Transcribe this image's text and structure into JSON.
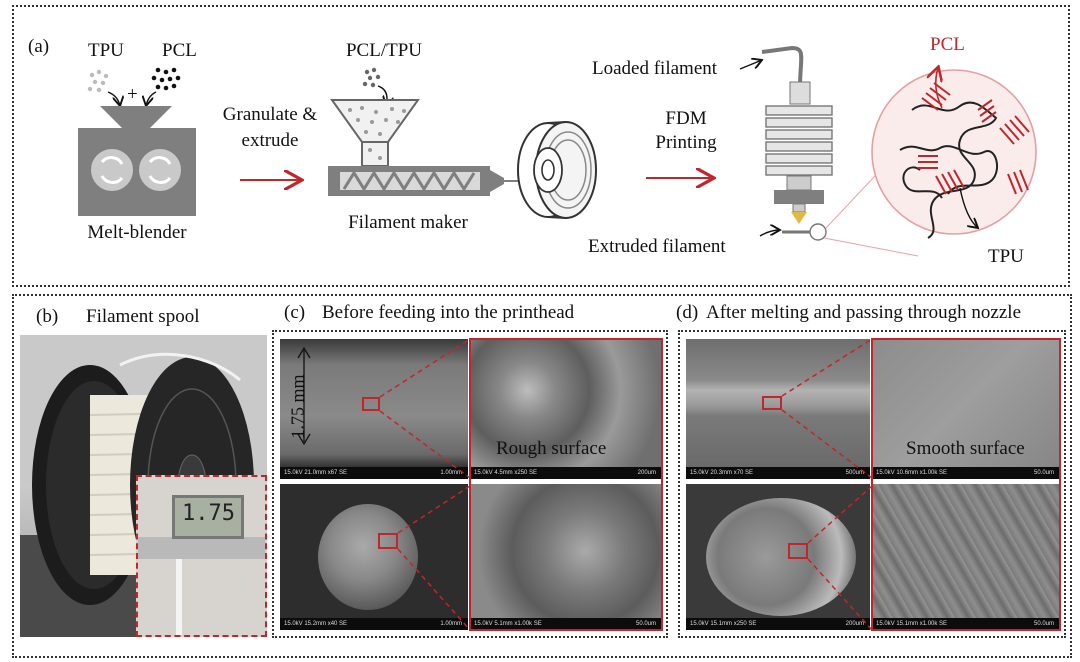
{
  "panel_a": {
    "label": "(a)",
    "tpu": "TPU",
    "plus": "+",
    "pcl": "PCL",
    "melt_blender": "Melt-blender",
    "step1_line1": "Granulate &",
    "step1_line2": "extrude",
    "pcl_tpu": "PCL/TPU",
    "filament_maker": "Filament maker",
    "loaded_filament": "Loaded filament",
    "step2_line1": "FDM",
    "step2_line2": "Printing",
    "extruded_filament": "Extruded filament",
    "zoom_pcl": "PCL",
    "zoom_tpu": "TPU"
  },
  "panel_b": {
    "label": "(b)",
    "title": "Filament spool",
    "caliper_reading": "1.75"
  },
  "panel_c": {
    "label": "(c)",
    "title": "Before feeding into the printhead",
    "diameter": "1.75 mm",
    "surface_label": "Rough surface",
    "sem_captions": [
      "15.0kV 21.0mm x67 SE",
      "15.0kV 4.5mm x250 SE",
      "15.0kV 15.2mm x40 SE",
      "15.0kV 5.1mm x1.00k SE"
    ],
    "sem_scales": [
      "1.00mm",
      "200um",
      "1.00mm",
      "50.0um"
    ]
  },
  "panel_d": {
    "label": "(d)",
    "title": "After melting and passing through nozzle",
    "surface_label": "Smooth surface",
    "sem_captions": [
      "15.0kV 20.3mm x70 SE",
      "15.0kV 10.6mm x1.00k SE",
      "15.0kV 15.1mm x250 SE",
      "15.0kV 15.1mm x1.00k SE"
    ],
    "sem_scales": [
      "500um",
      "50.0um",
      "200um",
      "50.0um"
    ]
  },
  "colors": {
    "accent_red": "#c0262a",
    "machine_gray": "#7f7f7f",
    "frame": "#333333"
  }
}
